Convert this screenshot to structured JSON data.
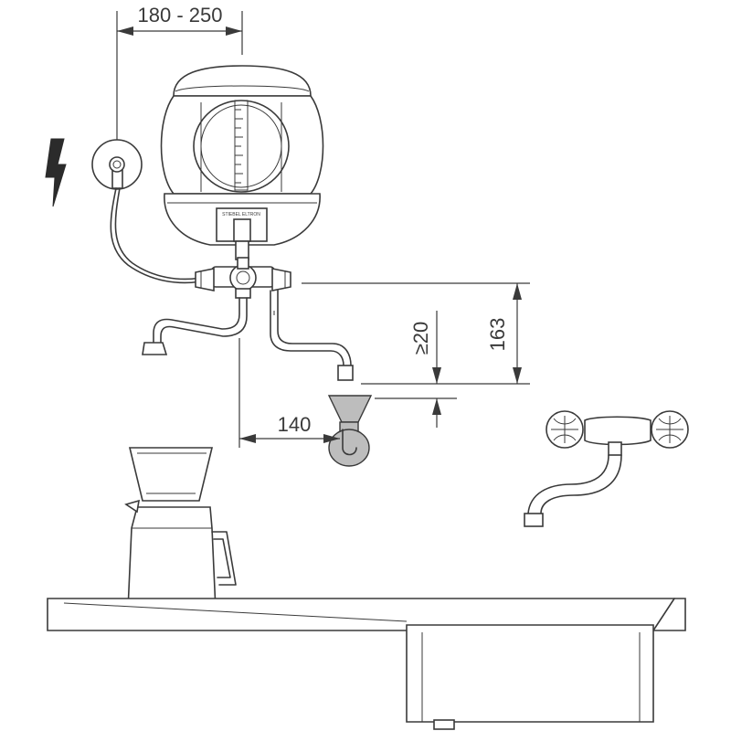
{
  "dimensions": {
    "wall_distance": "180 - 250",
    "spout_offset": "140",
    "clearance": "≥20",
    "outlet_height": "163"
  },
  "brand_plate": "STIEBEL ELTRON"
}
